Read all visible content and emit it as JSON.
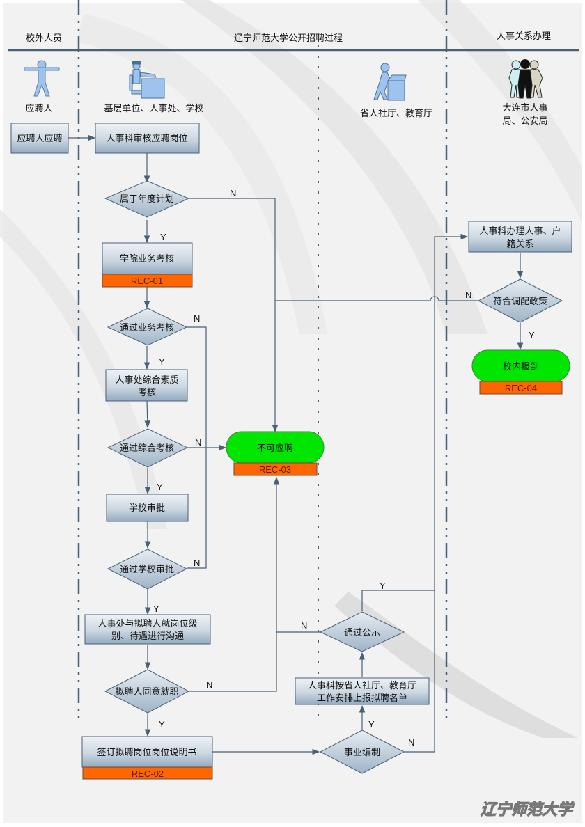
{
  "lanes": {
    "outside": "校外人员",
    "process": "辽宁师范大学公开招聘过程",
    "relations": "人事关系办理"
  },
  "actors": {
    "applicant": "应聘人",
    "units": "基层单位、人事处、学校",
    "province": "省人社厅、教育厅",
    "city_line1": "大连市人事",
    "city_line2": "局、公安局"
  },
  "nodes": {
    "apply": "应聘人应聘",
    "review_post": "人事科审核应聘岗位",
    "annual_plan": "属于年度计划",
    "college_exam": "学院业务考核",
    "pass_business": "通过业务考核",
    "quality_exam_line1": "人事处综合素质",
    "quality_exam_line2": "考核",
    "pass_quality": "通过综合考核",
    "school_approve": "学校审批",
    "pass_school": "通过学校审批",
    "negotiate_line1": "人事处与拟聘人就岗位级",
    "negotiate_line2": "别、待遇进行沟通",
    "agree": "拟聘人同意就职",
    "sign": "签订拟聘岗位岗位说明书",
    "not_eligible": "不可应聘",
    "institution": "事业编制",
    "report_line1": "人事科按省人社厅、教育厅",
    "report_line2": "工作安排上报拟聘名单",
    "publicity": "通过公示",
    "handle_line1": "人事科办理人事、户",
    "handle_line2": "籍关系",
    "policy": "符合调配政策",
    "check_in": "校内报到"
  },
  "records": {
    "rec01": "REC-01",
    "rec02": "REC-02",
    "rec03": "REC-03",
    "rec04": "REC-04"
  },
  "branch_labels": {
    "yes": "Y",
    "no": "N"
  },
  "watermark": "辽宁师范大学",
  "colors": {
    "lane_line": "#4a6076",
    "terminal_green": "#00e600",
    "record_orange": "#ff6600",
    "box_top": "#e9eef3",
    "box_bottom": "#97adc2"
  }
}
